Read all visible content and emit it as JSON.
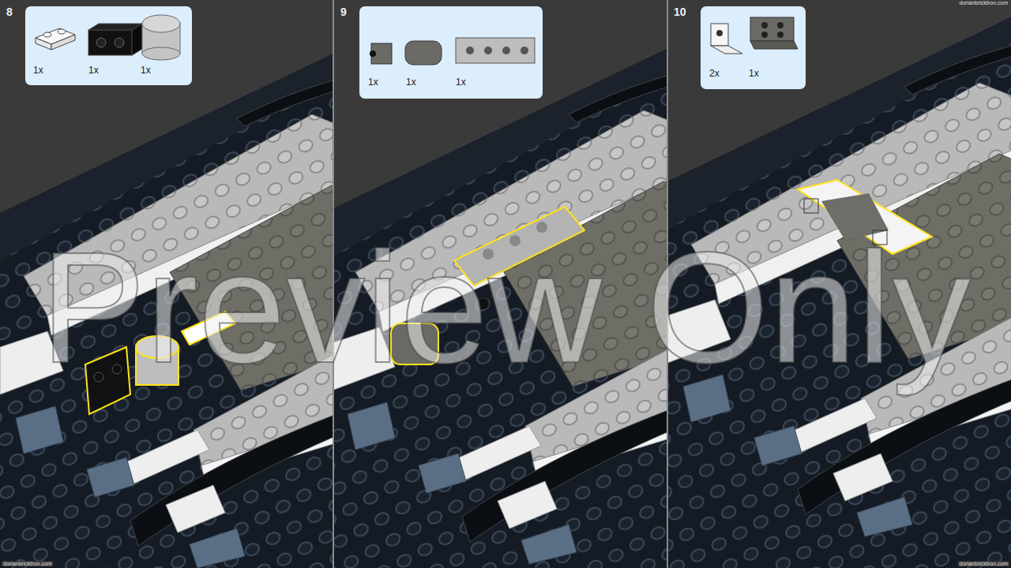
{
  "diagram": {
    "nodes": [
      {
        "text": [
          "1x",
          "1x",
          "1x"
        ]
      },
      {
        "text": [
          "1x",
          "1x",
          "1x"
        ]
      },
      {
        "text": [
          "2x",
          "1x"
        ]
      }
    ],
    "labels": [
      "8",
      "9",
      "10",
      "Preview Only",
      "dorianbricktron.com",
      "dorianbricktron.com",
      "dorianbricktron.com"
    ]
  }
}
